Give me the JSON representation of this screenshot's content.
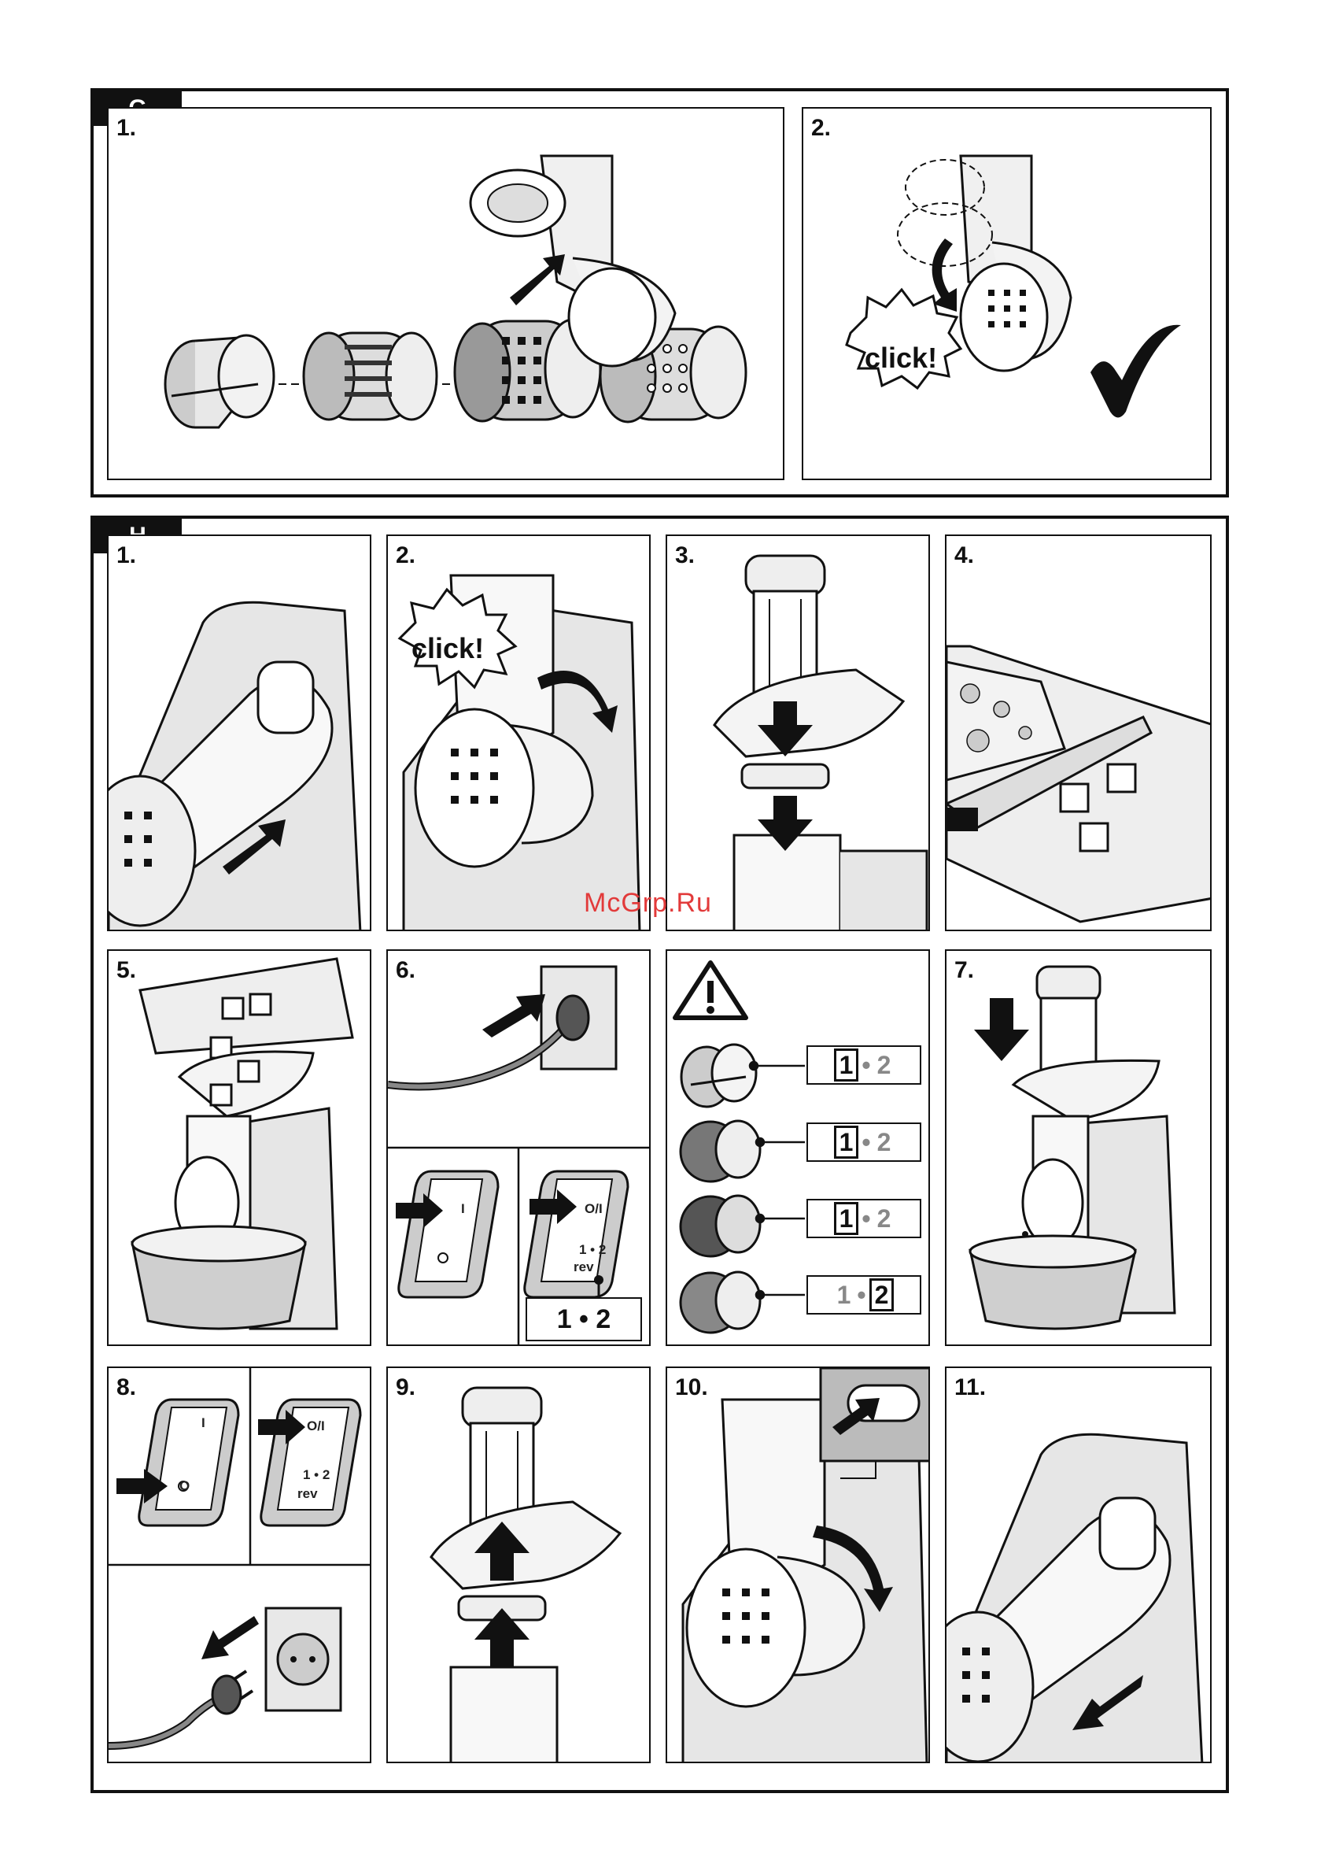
{
  "sections": {
    "g": {
      "tag": "G",
      "steps": [
        {
          "num": "1."
        },
        {
          "num": "2.",
          "click": "click!"
        }
      ]
    },
    "h": {
      "tag": "H",
      "steps": [
        {
          "num": "1."
        },
        {
          "num": "2.",
          "click": "click!"
        },
        {
          "num": "3."
        },
        {
          "num": "4."
        },
        {
          "num": "5."
        },
        {
          "num": "6.",
          "switch_on": "I",
          "switch_off": "O",
          "switch_on2": "O/I",
          "switch_speed": "1 • 2",
          "switch_rev": "rev",
          "speed_setting": "1 • 2"
        },
        {
          "num": "7."
        },
        {
          "num": "8.",
          "switch_on": "I",
          "switch_off": "O",
          "switch_on2": "O/I",
          "switch_speed": "1 • 2",
          "switch_rev": "rev"
        },
        {
          "num": "9."
        },
        {
          "num": "10."
        },
        {
          "num": "11."
        }
      ],
      "drum_speeds": [
        {
          "first": "1",
          "sep": "•",
          "second": "2",
          "selected": "1"
        },
        {
          "first": "1",
          "sep": "•",
          "second": "2",
          "selected": "1"
        },
        {
          "first": "1",
          "sep": "•",
          "second": "2",
          "selected": "1"
        },
        {
          "first": "1",
          "sep": "•",
          "second": "2",
          "selected": "2"
        }
      ]
    }
  },
  "watermark": "McGrp.Ru",
  "colors": {
    "ink": "#111111",
    "grey": "#888888",
    "light": "#e6e6e6",
    "watermark": "#e23a3a"
  }
}
